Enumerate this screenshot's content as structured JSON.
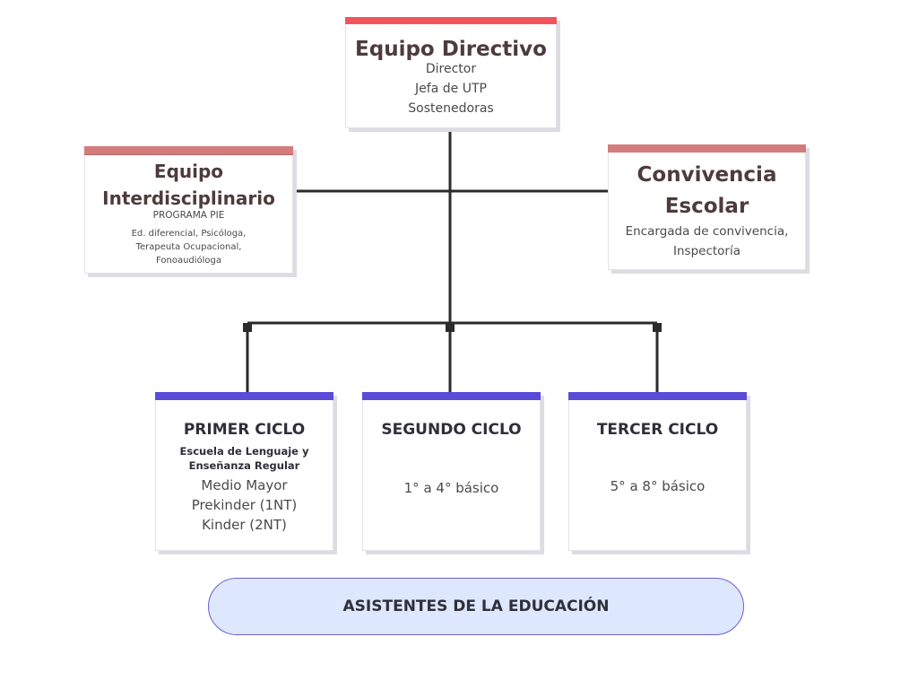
{
  "equipo_directivo": {
    "title": "Equipo Directivo",
    "lines": [
      "Director",
      "Jefa de UTP",
      "Sostenedoras"
    ]
  },
  "equipo_interdisciplinario": {
    "title_line1": "Equipo",
    "title_line2": "Interdisciplinario",
    "subtitle": "PROGRAMA PIE",
    "lines": [
      "Ed. diferencial, Psicóloga,",
      "Terapeuta Ocupacional,",
      "Fonoaudióloga"
    ]
  },
  "convivencia_escolar": {
    "title_line1": "Convivencia",
    "title_line2": "Escolar",
    "lines": [
      "Encargada de convivencia,",
      "Inspectoría"
    ]
  },
  "primer_ciclo": {
    "title": "PRIMER CICLO",
    "subtitle_line1": "Escuela de Lenguaje y",
    "subtitle_line2": "Enseñanza Regular",
    "lines": [
      "Medio Mayor",
      "Prekinder (1NT)",
      "Kinder (2NT)"
    ]
  },
  "segundo_ciclo": {
    "title": "SEGUNDO CICLO",
    "detail": "1° a 4° básico"
  },
  "tercer_ciclo": {
    "title": "TERCER CICLO",
    "detail": "5° a 8° básico"
  },
  "asistentes": {
    "label": "ASISTENTES DE LA EDUCACIÓN"
  },
  "colors": {
    "directivo_bar": "#f0545a",
    "side_bar": "#d47b7b",
    "cycle_bar": "#5a4bd8",
    "connector": "#2b2b2b",
    "pill_fill": "#dde7fd",
    "pill_border": "#6a60d6"
  }
}
